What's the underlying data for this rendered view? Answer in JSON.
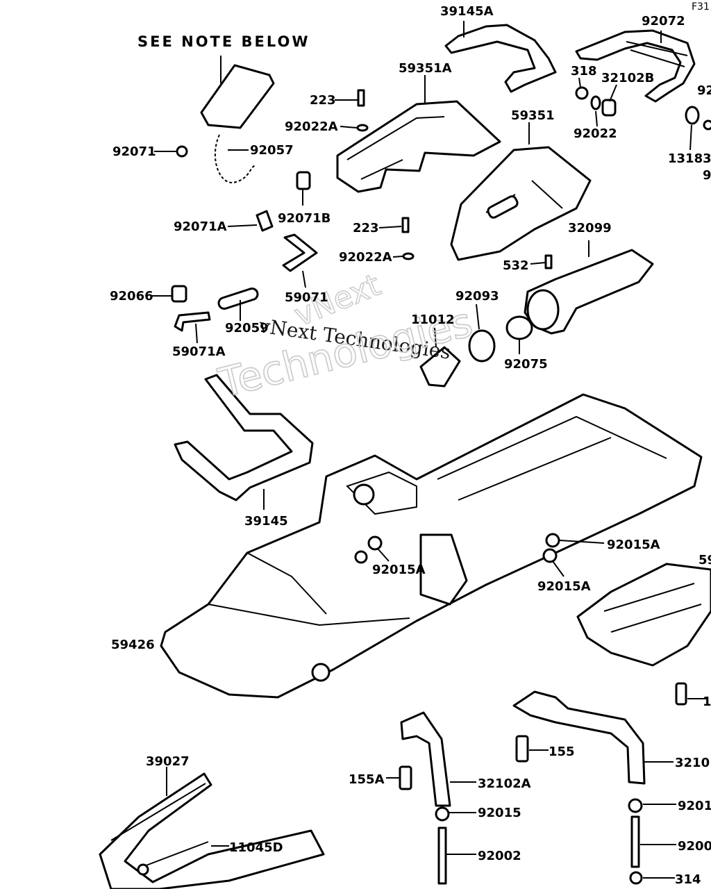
{
  "page_code": "F31",
  "note": "SEE NOTE BELOW",
  "watermark": {
    "line1": "vNext",
    "line2": "vNext Technologies",
    "line3": "Technologies"
  },
  "labels": [
    {
      "id": "39145A",
      "text": "39145A"
    },
    {
      "id": "92072",
      "text": "92072"
    },
    {
      "id": "59351A",
      "text": "59351A"
    },
    {
      "id": "318",
      "text": "318"
    },
    {
      "id": "32102B",
      "text": "32102B"
    },
    {
      "id": "92right1",
      "text": "92"
    },
    {
      "id": "223a",
      "text": "223"
    },
    {
      "id": "92022A_a",
      "text": "92022A"
    },
    {
      "id": "59351",
      "text": "59351"
    },
    {
      "id": "92022",
      "text": "92022"
    },
    {
      "id": "13183",
      "text": "13183"
    },
    {
      "id": "9right",
      "text": "9"
    },
    {
      "id": "92071",
      "text": "92071"
    },
    {
      "id": "92057",
      "text": "92057"
    },
    {
      "id": "92071B",
      "text": "92071B"
    },
    {
      "id": "92071A",
      "text": "92071A"
    },
    {
      "id": "223b",
      "text": "223"
    },
    {
      "id": "32099",
      "text": "32099"
    },
    {
      "id": "92022A_b",
      "text": "92022A"
    },
    {
      "id": "532",
      "text": "532"
    },
    {
      "id": "92066",
      "text": "92066"
    },
    {
      "id": "59071",
      "text": "59071"
    },
    {
      "id": "92093",
      "text": "92093"
    },
    {
      "id": "11012",
      "text": "11012"
    },
    {
      "id": "92059",
      "text": "92059"
    },
    {
      "id": "59071A",
      "text": "59071A"
    },
    {
      "id": "92075",
      "text": "92075"
    },
    {
      "id": "39145",
      "text": "39145"
    },
    {
      "id": "92015A_a",
      "text": "92015A"
    },
    {
      "id": "59right",
      "text": "59"
    },
    {
      "id": "92015A_b",
      "text": "92015A"
    },
    {
      "id": "92015A_c",
      "text": "92015A"
    },
    {
      "id": "59426",
      "text": "59426"
    },
    {
      "id": "1right",
      "text": "1"
    },
    {
      "id": "155",
      "text": "155"
    },
    {
      "id": "39027",
      "text": "39027"
    },
    {
      "id": "3210right",
      "text": "3210"
    },
    {
      "id": "155A",
      "text": "155A"
    },
    {
      "id": "32102A",
      "text": "32102A"
    },
    {
      "id": "11045D",
      "text": "11045D"
    },
    {
      "id": "92015",
      "text": "92015"
    },
    {
      "id": "9201right",
      "text": "9201"
    },
    {
      "id": "92002",
      "text": "92002"
    },
    {
      "id": "9200right",
      "text": "9200"
    },
    {
      "id": "314",
      "text": "314"
    }
  ]
}
